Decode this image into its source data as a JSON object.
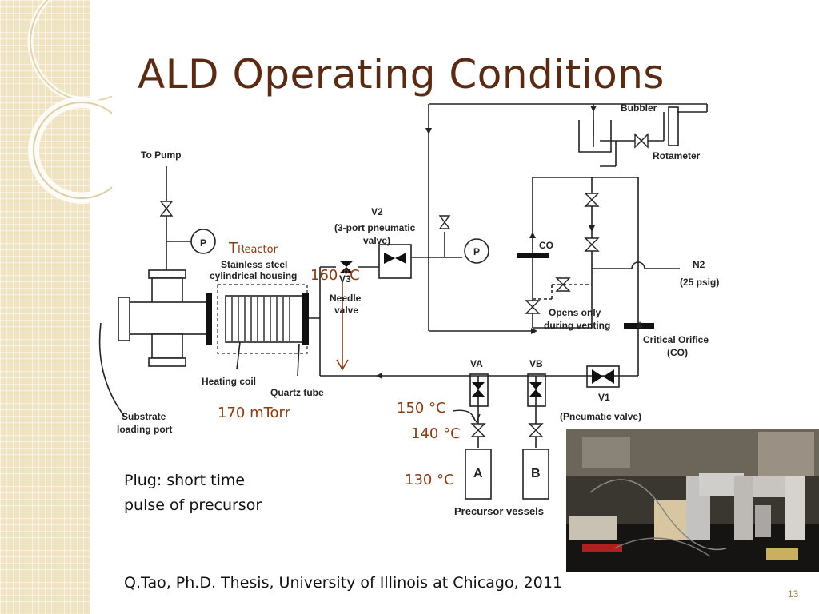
{
  "slide": {
    "title": "ALD Operating Conditions",
    "page_number": "13",
    "citation": "Q.Tao,  Ph.D. Thesis,  University of Illinois at Chicago,  2011"
  },
  "temperatures": {
    "treactor_main": "T",
    "treactor_sub": "Reactor",
    "t160": "160 °C",
    "t150": "150 °C",
    "t140": "140 °C",
    "t130": "130 °C",
    "pressure": "170 mTorr"
  },
  "notes": {
    "plug_line1": "Plug:  short time",
    "plug_line2": "pulse of precursor"
  },
  "diagram_labels": {
    "to_pump": "To Pump",
    "stainless_1": "Stainless steel",
    "stainless_2": "cylindrical housing",
    "v2": "V2",
    "v2_desc_1": "(3-port pneumatic",
    "v2_desc_2": "valve)",
    "v3": "V3",
    "needle_1": "Needle",
    "needle_2": "valve",
    "bubbler": "Bubbler",
    "rotameter": "Rotameter",
    "co_top": "CO",
    "n2": "N2",
    "n2_psig": "(25 psig)",
    "opens_1": "Opens only",
    "opens_2": "during venting",
    "crit_1": "Critical Orifice",
    "crit_2": "(CO)",
    "va": "VA",
    "vb": "VB",
    "v1": "V1",
    "pneumatic": "(Pneumatic valve)",
    "heating_coil": "Heating coil",
    "quartz": "Quartz tube",
    "substrate_1": "Substrate",
    "substrate_2": "loading port",
    "vessel_a": "A",
    "vessel_b": "B",
    "precursor_vessels": "Precursor vessels",
    "pressure_gauge": "P"
  },
  "colors": {
    "title": "#5a2a12",
    "accent_temp": "#8a3b12",
    "band": "#efe3c2"
  }
}
